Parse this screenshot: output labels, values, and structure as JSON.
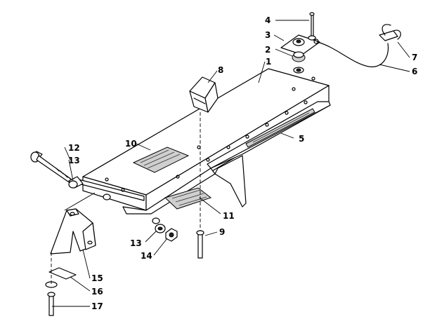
{
  "callouts": [
    {
      "id": "c1",
      "label": "1"
    },
    {
      "id": "c2",
      "label": "2"
    },
    {
      "id": "c3",
      "label": "3"
    },
    {
      "id": "c4",
      "label": "4"
    },
    {
      "id": "c5",
      "label": "5"
    },
    {
      "id": "c6",
      "label": "6"
    },
    {
      "id": "c7",
      "label": "7"
    },
    {
      "id": "c8",
      "label": "8"
    },
    {
      "id": "c9",
      "label": "9"
    },
    {
      "id": "c10",
      "label": "10"
    },
    {
      "id": "c11",
      "label": "11"
    },
    {
      "id": "c12",
      "label": "12"
    },
    {
      "id": "c13a",
      "label": "13"
    },
    {
      "id": "c13b",
      "label": "13"
    },
    {
      "id": "c14",
      "label": "14"
    },
    {
      "id": "c15",
      "label": "15"
    },
    {
      "id": "c16",
      "label": "16"
    },
    {
      "id": "c17",
      "label": "17"
    }
  ]
}
